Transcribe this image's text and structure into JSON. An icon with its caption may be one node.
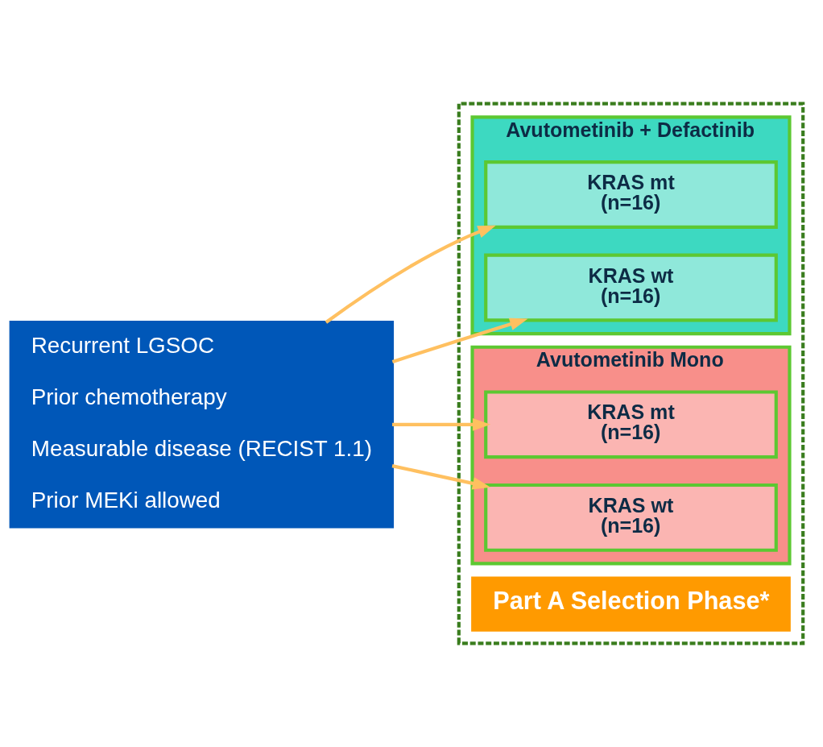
{
  "diagram": {
    "nodes": [
      {
        "text": [
          "Recurrent LGSOC",
          "Prior chemotherapy",
          "Measurable disease (RECIST 1.1)",
          "Prior MEKi allowed"
        ]
      },
      {
        "text": [],
        "shape": "box"
      },
      {
        "text": [
          "Part A Selection Phase*"
        ],
        "in": 1
      },
      {
        "text": [
          "Avutometinib + Defactinib"
        ],
        "in": 1
      },
      {
        "text": [
          "KRAS mt",
          "(n=16)"
        ],
        "in": 3
      },
      {
        "text": [
          "KRAS wt",
          "(n=16)"
        ],
        "in": 3
      },
      {
        "text": [
          "Avutometinib Mono"
        ],
        "in": 1
      },
      {
        "text": [
          "KRAS mt",
          "(n=16)"
        ],
        "in": 6
      },
      {
        "text": [
          "KRAS wt",
          "(n=16)"
        ],
        "in": 6
      }
    ],
    "edges": [
      {
        "from": 0,
        "to": 4,
        "arrow": "to"
      },
      {
        "from": 0,
        "to": 5,
        "arrow": "to"
      },
      {
        "from": 0,
        "to": 7,
        "arrow": "to"
      },
      {
        "from": 0,
        "to": 8,
        "arrow": "to"
      }
    ]
  }
}
